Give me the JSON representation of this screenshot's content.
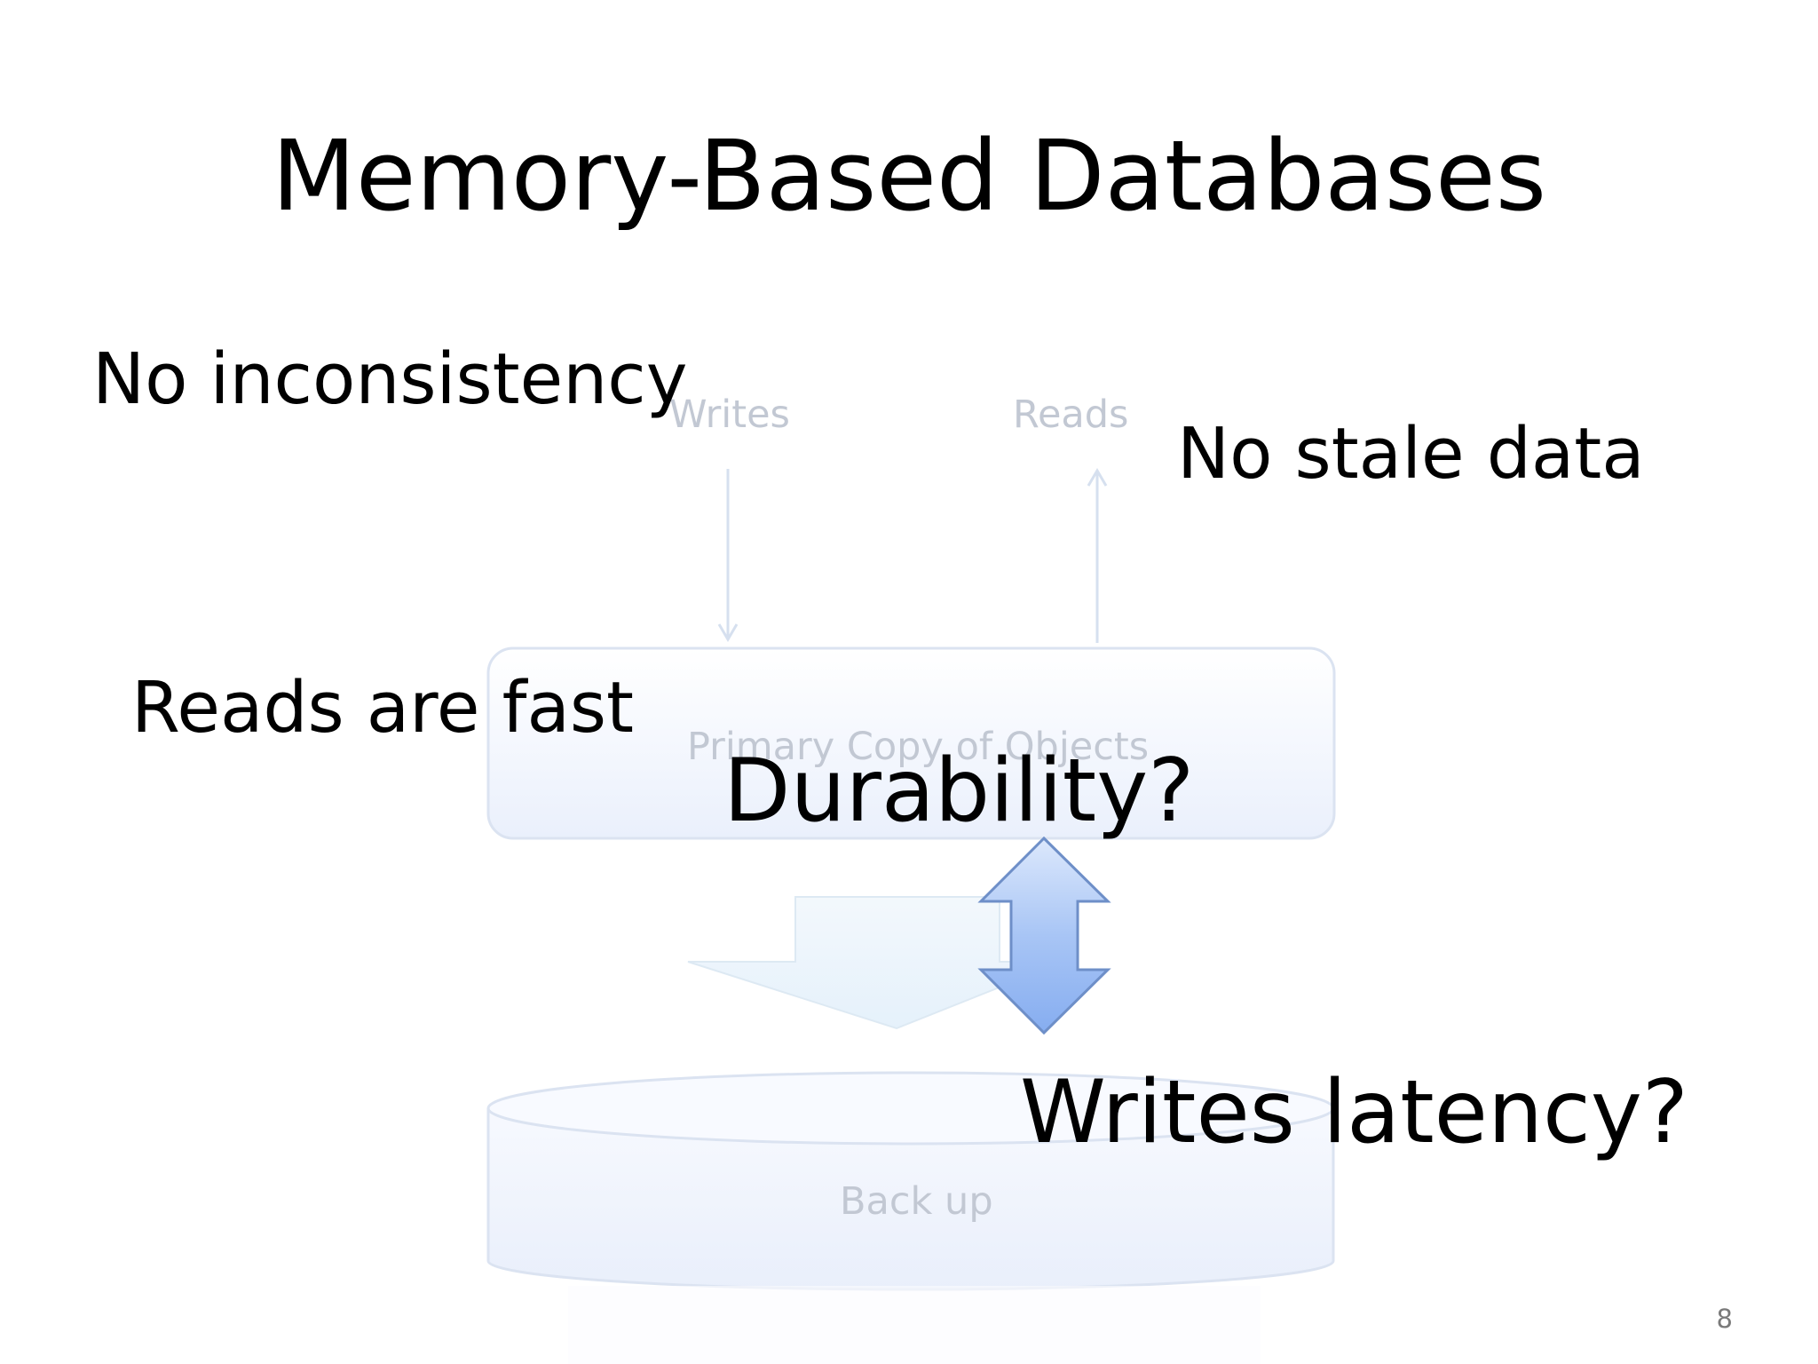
{
  "slide": {
    "title": "Memory-Based Databases",
    "page_number": "8"
  },
  "annotations": {
    "no_inconsistency": "No inconsistency",
    "no_stale_data": "No stale data",
    "reads_are_fast": "Reads are fast",
    "durability": "Durability?",
    "writes_latency": "Writes latency?"
  },
  "diagram": {
    "writes_label": "Writes",
    "reads_label": "Reads",
    "primary_copy_label": "Primary Copy of Objects",
    "backup_label": "Back up"
  },
  "colors": {
    "faded_stroke": "#d6e0ef",
    "faded_text": "#c2c8d3",
    "arrow_fill_top": "#d9e6fb",
    "arrow_fill_bottom": "#8fb4f2",
    "arrow_stroke": "#6e8fc8"
  }
}
